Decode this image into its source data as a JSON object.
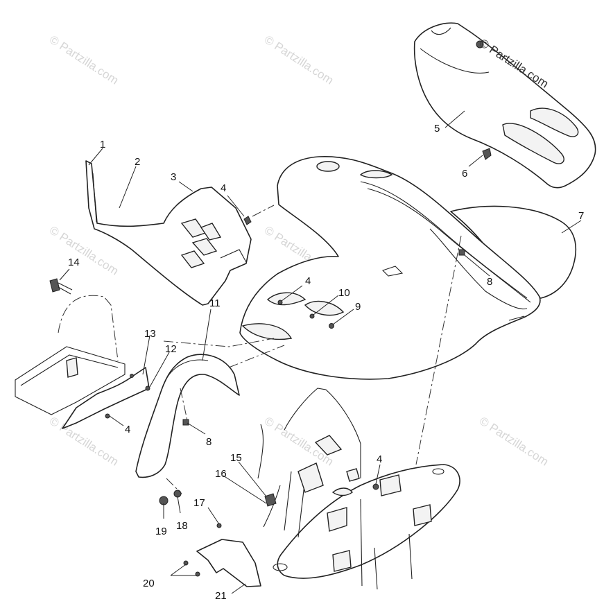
{
  "watermark": "© Partzilla.com",
  "callouts": {
    "c1": "1",
    "c2": "2",
    "c3": "3",
    "c4a": "4",
    "c4b": "4",
    "c4c": "4",
    "c4d": "4",
    "c5": "5",
    "c6": "6",
    "c7": "7",
    "c8a": "8",
    "c8b": "8",
    "c9": "9",
    "c10": "10",
    "c11": "11",
    "c12": "12",
    "c13": "13",
    "c14": "14",
    "c15": "15",
    "c16": "16",
    "c17": "17",
    "c18": "18",
    "c19": "19",
    "c20": "20",
    "c21": "21"
  }
}
